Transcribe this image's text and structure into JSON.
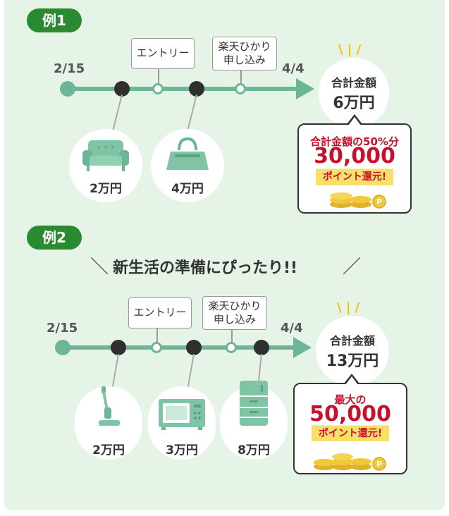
{
  "example1": {
    "badge": "例1",
    "start_date": "2/15",
    "end_date": "4/4",
    "entry_label": "エントリー",
    "hikari_label_line1": "楽天ひかり",
    "hikari_label_line2": "申し込み",
    "purchases": [
      {
        "icon": "sofa-icon",
        "price": "2万円"
      },
      {
        "icon": "handbag-icon",
        "price": "4万円"
      }
    ],
    "total_label": "合計金額",
    "total_value": "6万円",
    "reward_caption": "合計金額の50%分",
    "reward_points": "30,000",
    "reward_unit": "ポイント還元!"
  },
  "example2": {
    "badge": "例2",
    "headline": "新生活の準備にぴったり!!",
    "start_date": "2/15",
    "end_date": "4/4",
    "entry_label": "エントリー",
    "hikari_label_line1": "楽天ひかり",
    "hikari_label_line2": "申し込み",
    "purchases": [
      {
        "icon": "stick-vacuum-icon",
        "price": "2万円"
      },
      {
        "icon": "microwave-icon",
        "price": "3万円"
      },
      {
        "icon": "refrigerator-icon",
        "price": "8万円"
      }
    ],
    "total_label": "合計金額",
    "total_value": "13万円",
    "reward_caption": "最大の",
    "reward_points": "50,000",
    "reward_unit": "ポイント還元!"
  },
  "colors": {
    "panel": "#e6f4e8",
    "badge": "#2a8a32",
    "timeline": "#6cb596",
    "accent_red": "#c8102e",
    "highlight": "#f7e06a",
    "coin": "#f0c83a"
  }
}
